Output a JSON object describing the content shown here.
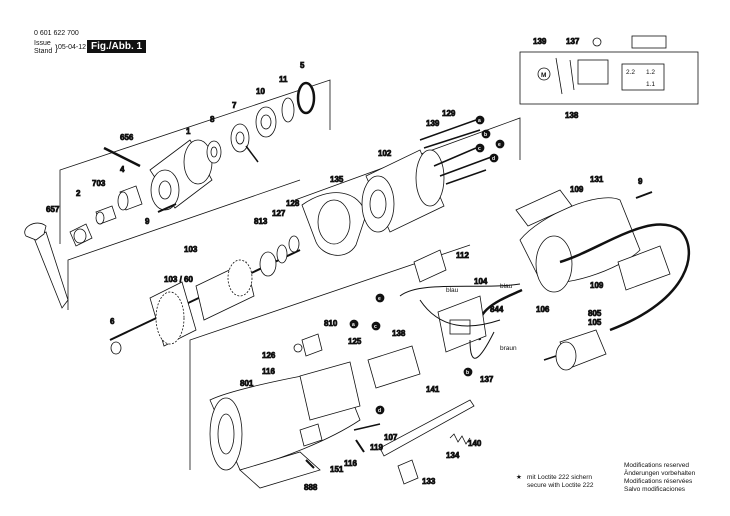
{
  "header": {
    "doc_number": "0 601 622 700",
    "issue_label": "Issue",
    "stand_label": "Stand",
    "date": "05-04-12",
    "figure": "Fig./Abb. 1"
  },
  "wire_labels": {
    "blau": "blau",
    "braun": "braun"
  },
  "circuit_labels": {
    "motor": "M",
    "c22": "2.2",
    "c12": "1.2",
    "c11": "1.1"
  },
  "parts": {
    "p5": "5",
    "p11": "11",
    "p10": "10",
    "p7": "7",
    "p8": "8",
    "p1": "1",
    "p656": "656",
    "p4": "4",
    "p703": "703",
    "p2": "2",
    "p657": "657",
    "p9a": "9",
    "p129": "129",
    "p139": "139",
    "p102": "102",
    "p135": "135",
    "p128": "128",
    "p127": "127",
    "p813": "813",
    "p103": "103",
    "p10360": "103 / 60",
    "p6": "6",
    "p109a": "109",
    "p131": "131",
    "p9b": "9",
    "p109b": "109",
    "p112": "112",
    "p104": "104",
    "p844": "844",
    "p106": "106",
    "p805": "805",
    "p105": "105",
    "p138a": "138",
    "p137a": "137",
    "p810": "810",
    "p125": "125",
    "p126": "126",
    "p116a": "116",
    "p801": "801",
    "p141": "141",
    "p107": "107",
    "p119": "119",
    "p140": "140",
    "p116b": "116",
    "p151": "151",
    "p134": "134",
    "p888": "888",
    "p133": "133",
    "c139": "139",
    "c137": "137",
    "c138": "138"
  },
  "connectors": {
    "a": "a",
    "b": "b",
    "c": "c",
    "d": "d",
    "e": "e"
  },
  "loctite": {
    "de": "mit Loctite 222 sichern",
    "en": "secure with Loctite 222"
  },
  "modifications": [
    "Modifications reserved",
    "Änderungen vorbehalten",
    "Modifications réservées",
    "Salvo modificaciones"
  ]
}
